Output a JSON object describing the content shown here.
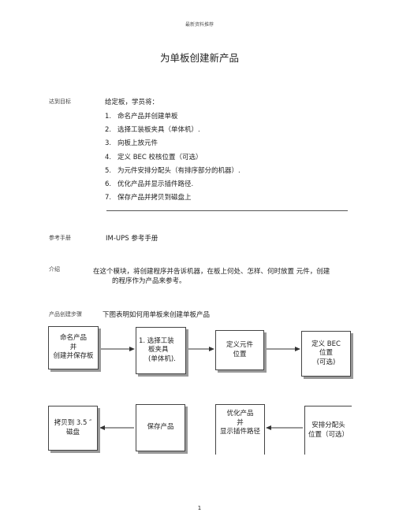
{
  "header": "最新资料推荐",
  "title": "为单板创建新产品",
  "labels": {
    "goal": "达到目标",
    "reference": "参考手册",
    "intro": "介绍",
    "steps": "产品创建步骤"
  },
  "goal": {
    "intro": "给定板，学员将：",
    "items": [
      {
        "num": "1.",
        "text": "命名产品并创建单板"
      },
      {
        "num": "2.",
        "text": "选择工装板夹具（单体机）."
      },
      {
        "num": "3.",
        "text": "向板上放元件"
      },
      {
        "num": "4.",
        "text": "定义 BEC 校核位置（可选）"
      },
      {
        "num": "5.",
        "text": "为元件安排分配头（有排序部分的机器）."
      },
      {
        "num": "6.",
        "text": "优化产品并显示插件路径."
      },
      {
        "num": "7.",
        "text": "保存产品并拷贝到磁盘上"
      }
    ]
  },
  "reference": "IM-UPS 参考手册",
  "introduction": {
    "line1": "在这个模块，将创建程序并告诉机器，在板上何处、怎样、何时放置  元件，创建",
    "line2": "的程序作为产品来参考。"
  },
  "flow_desc": "下图表明如何用单板来创建单板产品",
  "flow": {
    "b1": [
      "命名产品",
      "并",
      "创建并保存板"
    ],
    "b2": [
      "1.  选择工装",
      "板夹具",
      "(单体机)."
    ],
    "b3": [
      "定义元件",
      "位置"
    ],
    "b4": [
      "定义 BEC",
      "位置",
      "(可选)"
    ],
    "b5": [
      "拷贝到  3.5 ″",
      "磁盘"
    ],
    "b6": [
      "保存产品"
    ],
    "b7": [
      "优化产品",
      "并",
      "显示插件路径"
    ],
    "b8": [
      "安排分配头",
      "位置（可选）"
    ]
  },
  "page_number": "1"
}
